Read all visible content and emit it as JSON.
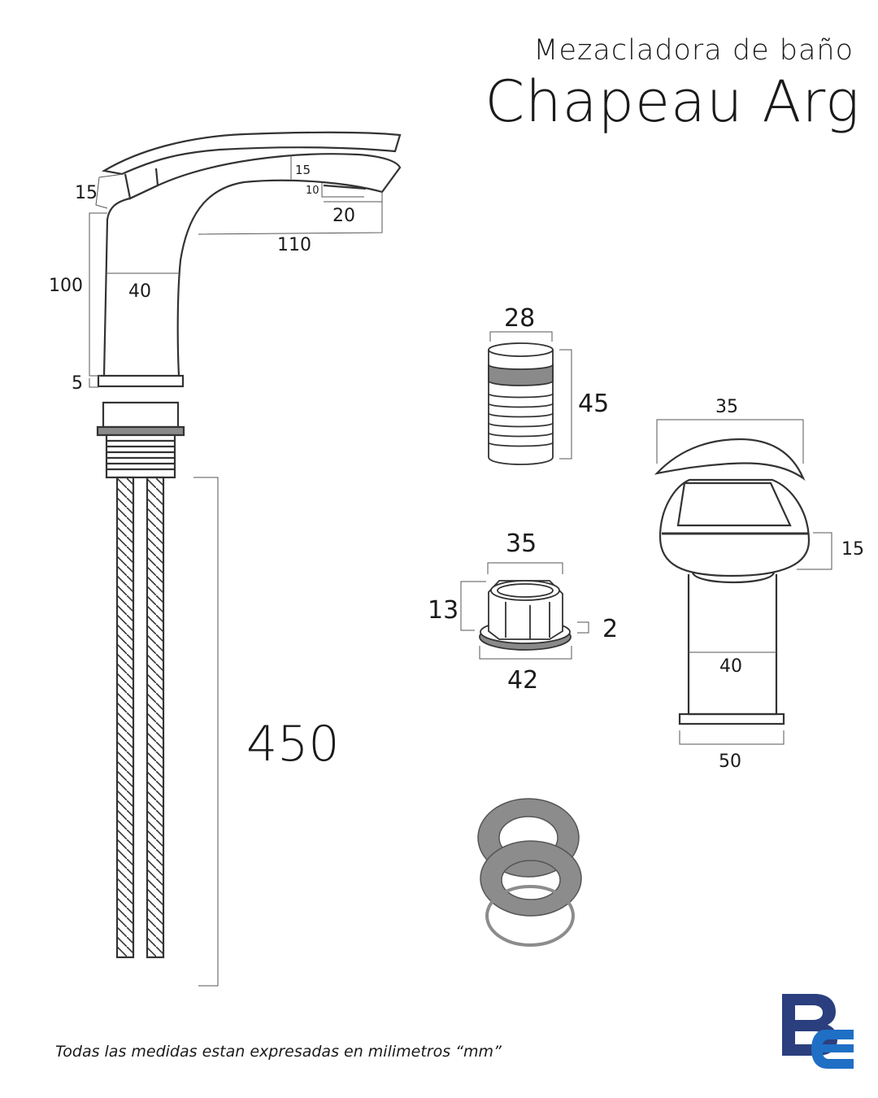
{
  "title": {
    "subtitle": "Mezacladora de baño",
    "name": "Chapeau Arg"
  },
  "footnote": "Todas las medidas estan expresadas en milimetros “mm”",
  "logo": {
    "text": "BE",
    "color_b": "#2b3f7e",
    "color_e": "#1f6fc5"
  },
  "colors": {
    "line": "#333333",
    "dim": "#555555",
    "band": "#8a8a8a",
    "washer": "#8c8c8c"
  },
  "dimensions": {
    "spout_handle_height": "15",
    "spout_tip_thickness": "15",
    "spout_tip_depth": "10",
    "spout_tip_length": "20",
    "spout_reach": "110",
    "body_height": "100",
    "body_width": "40",
    "base_height": "5",
    "hose_length": "450",
    "cartridge_diameter": "28",
    "cartridge_height": "45",
    "nut_width": "35",
    "nut_height": "13",
    "nut_flange": "2",
    "nut_diameter": "42",
    "side_handle_width": "35",
    "side_cap_height": "15",
    "side_body_width": "40",
    "side_base_width": "50"
  }
}
